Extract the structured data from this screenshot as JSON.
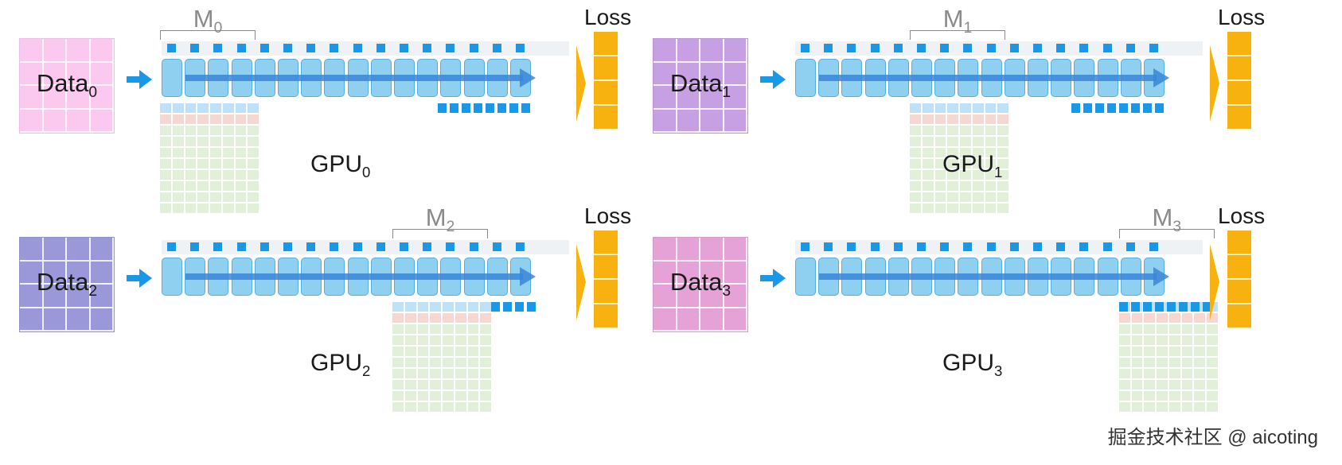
{
  "panels": [
    {
      "data_label": "Data",
      "data_sub": "0",
      "gpu_label": "GPU",
      "gpu_sub": "0",
      "m_label": "M",
      "m_sub": "0",
      "loss_label": "Loss",
      "data_color": "#fbc8f0"
    },
    {
      "data_label": "Data",
      "data_sub": "1",
      "gpu_label": "GPU",
      "gpu_sub": "1",
      "m_label": "M",
      "m_sub": "1",
      "loss_label": "Loss",
      "data_color": "#c7a0e4"
    },
    {
      "data_label": "Data",
      "data_sub": "2",
      "gpu_label": "GPU",
      "gpu_sub": "2",
      "m_label": "M",
      "m_sub": "2",
      "loss_label": "Loss",
      "data_color": "#9a98d8"
    },
    {
      "data_label": "Data",
      "data_sub": "3",
      "gpu_label": "GPU",
      "gpu_sub": "3",
      "m_label": "M",
      "m_sub": "3",
      "loss_label": "Loss",
      "data_color": "#e4a2d6"
    }
  ],
  "colors": {
    "layer_fill": "#8fd0f0",
    "layer_border": "#55aee0",
    "flow_arrow": "#3a86d8",
    "top_square": "#1a98e8",
    "memory_param": "#bde2fa",
    "memory_grad": "#f6d8d0",
    "memory_opt": "#e2efd9",
    "loss": "#f7b20f"
  },
  "watermark": "掘金技术社区 @ aicoting"
}
